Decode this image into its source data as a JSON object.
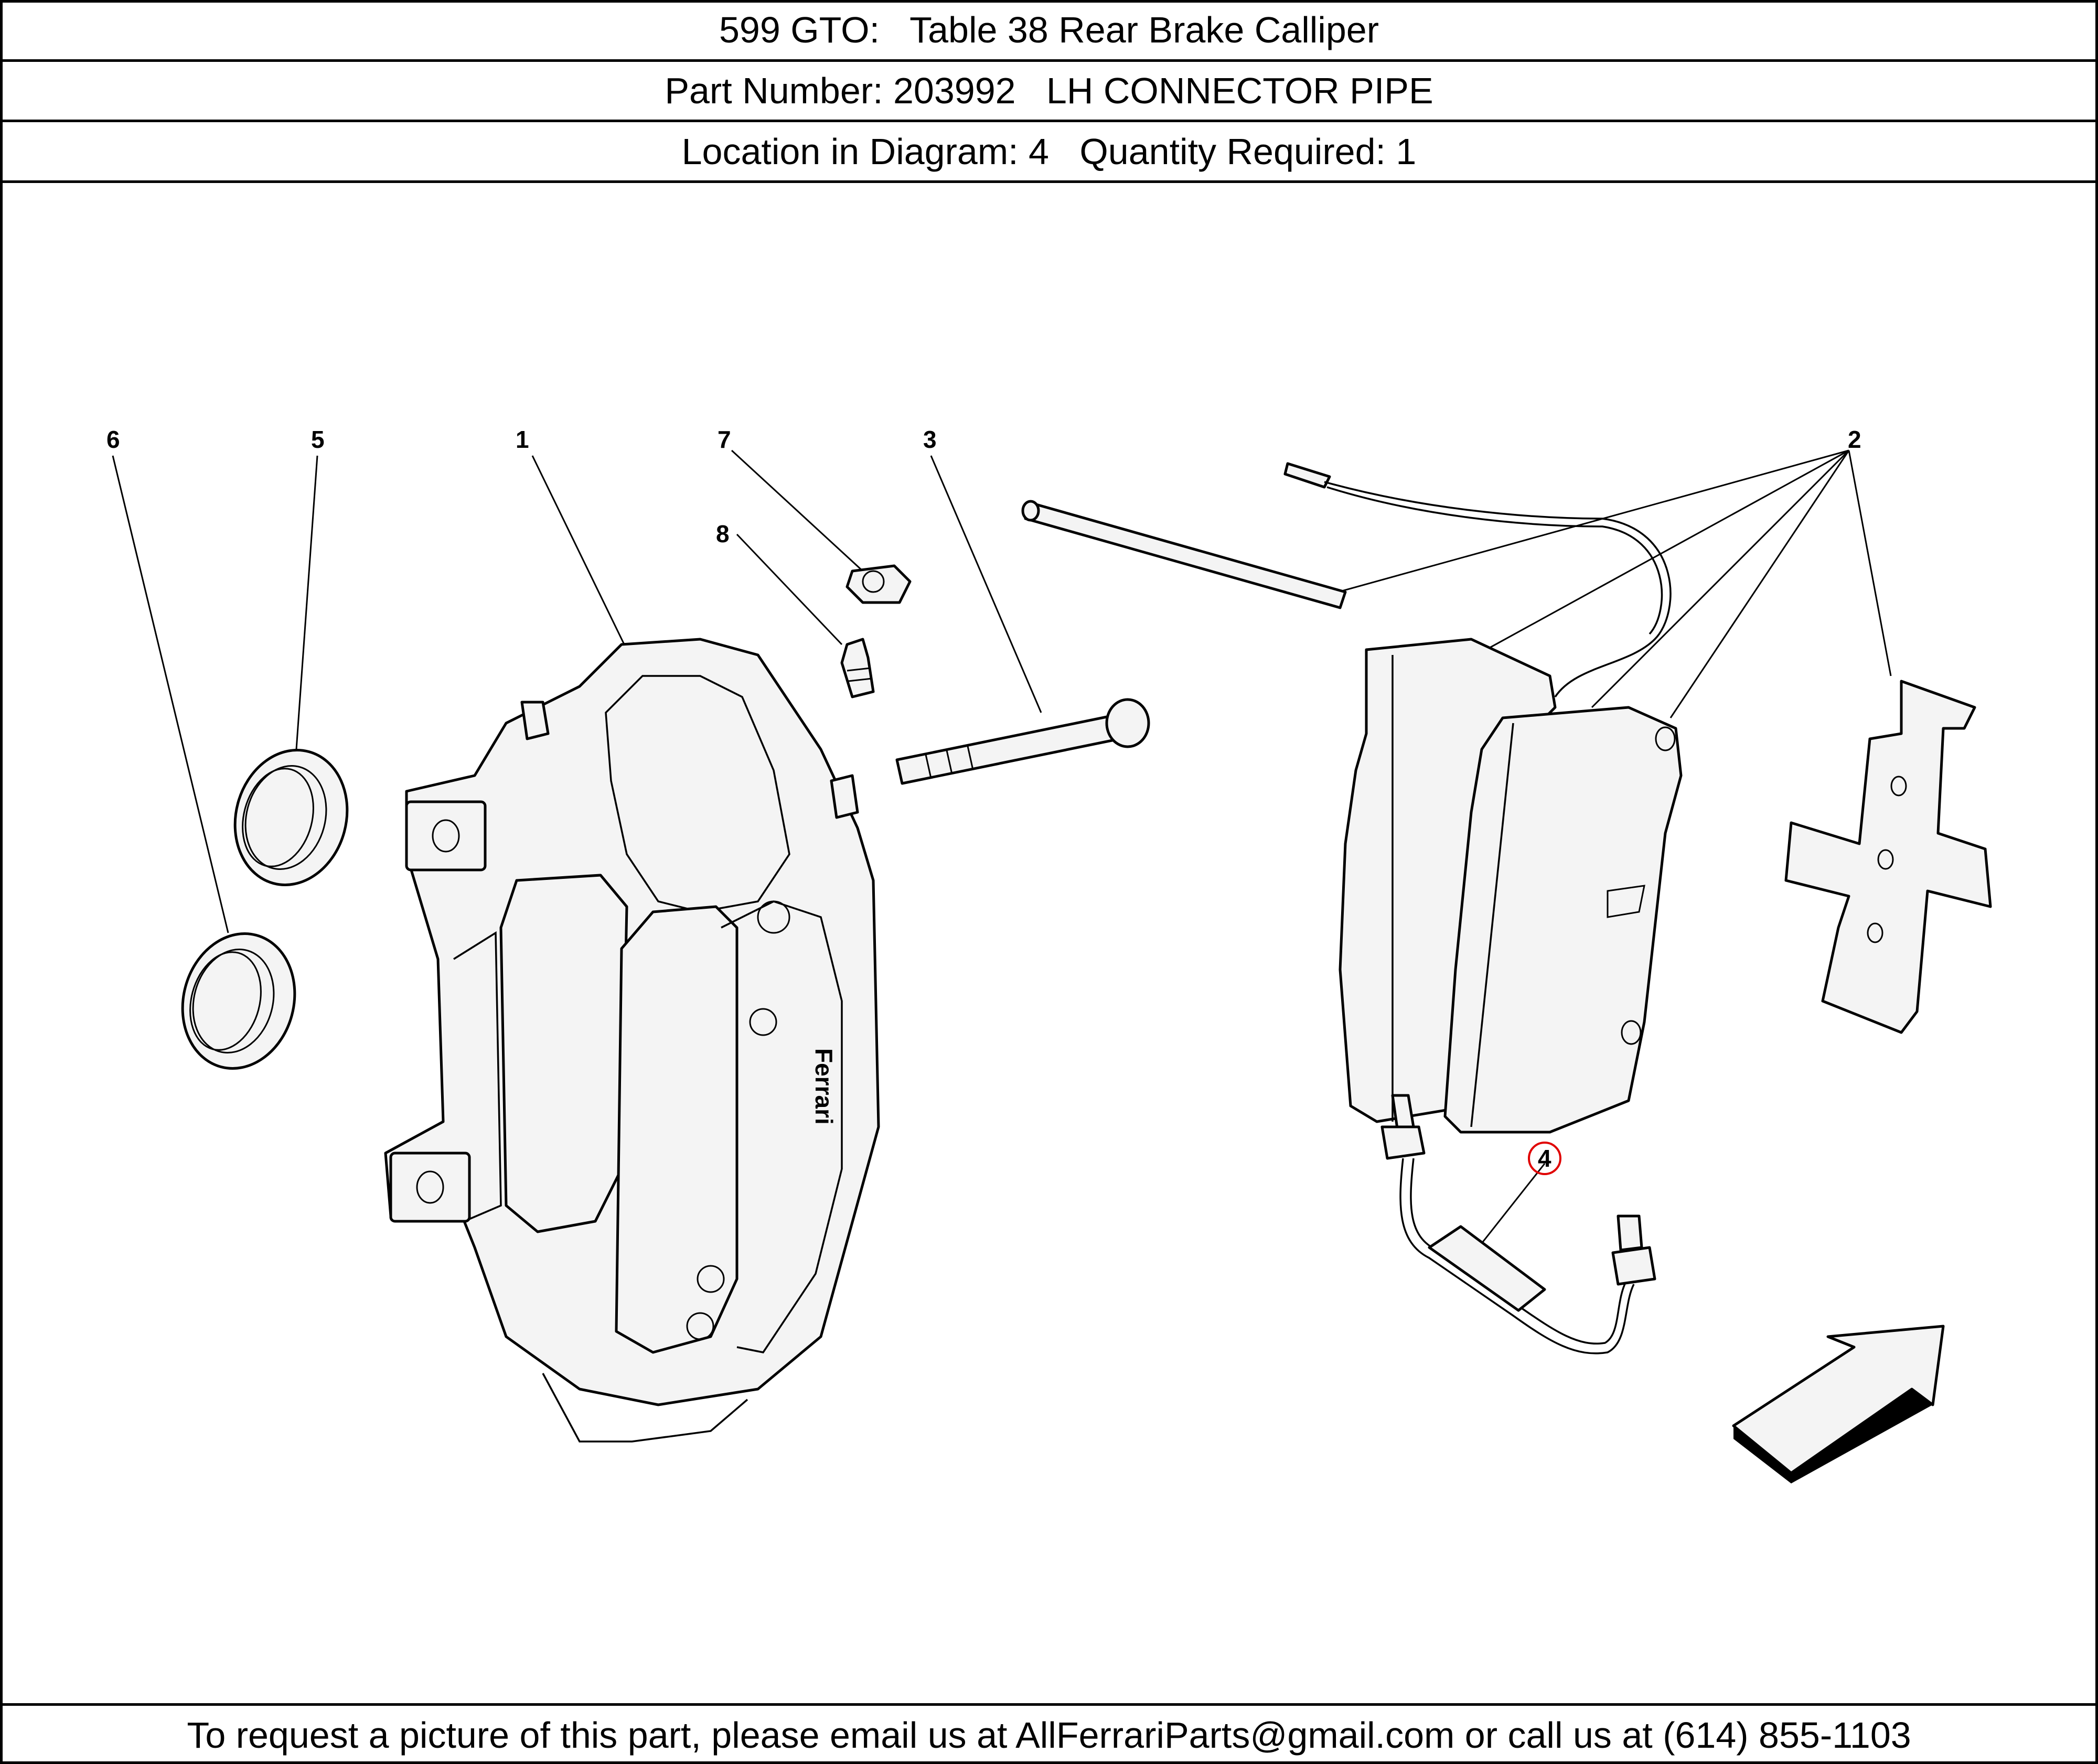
{
  "header": {
    "title": "599 GTO:   Table 38 Rear Brake Calliper",
    "part_line": "Part Number: 203992   LH CONNECTOR PIPE",
    "location_line": "Location in Diagram: 4   Quantity Required: 1"
  },
  "diagram": {
    "callouts": [
      "6",
      "5",
      "1",
      "7",
      "3",
      "2",
      "8",
      "4"
    ],
    "highlighted_callout": "4",
    "highlight_color": "#e00000",
    "caliper_brand_text": "Ferrari"
  },
  "footer": {
    "contact_text": "To request a picture of this part, please email us at AllFerrariParts@gmail.com or call us at (614) 855-1103"
  }
}
